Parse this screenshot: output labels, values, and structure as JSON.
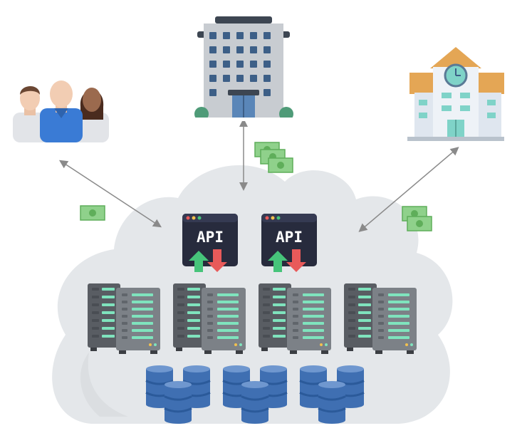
{
  "diagram": {
    "api_label": "API",
    "api_panels": 2,
    "server_racks": 4,
    "database_groups": 3,
    "colors": {
      "cloud": "#e4e7ea",
      "cloud_shade": "#d8dcdf",
      "server_dark": "#595d63",
      "server_light": "#7c8187",
      "server_led": "#7fe3bd",
      "db_blue": "#3f6fb2",
      "db_band": "#2b5a9a",
      "api_panel": "#272b3d",
      "arrow_up": "#46c47a",
      "arrow_down": "#e85a5a",
      "money": "#8fd18b",
      "building_gray": "#c8ccd1",
      "building_windows": "#3d5f87",
      "school_roof": "#e4a655",
      "school_walls": "#dfe6ef",
      "school_accent": "#7fd3c8",
      "person_blue": "#3a7bd5"
    },
    "icons": [
      "people-group-icon",
      "office-building-icon",
      "school-building-icon",
      "money-bill-icon",
      "server-rack-icon",
      "database-icon",
      "api-window-icon",
      "cloud-shape"
    ]
  }
}
